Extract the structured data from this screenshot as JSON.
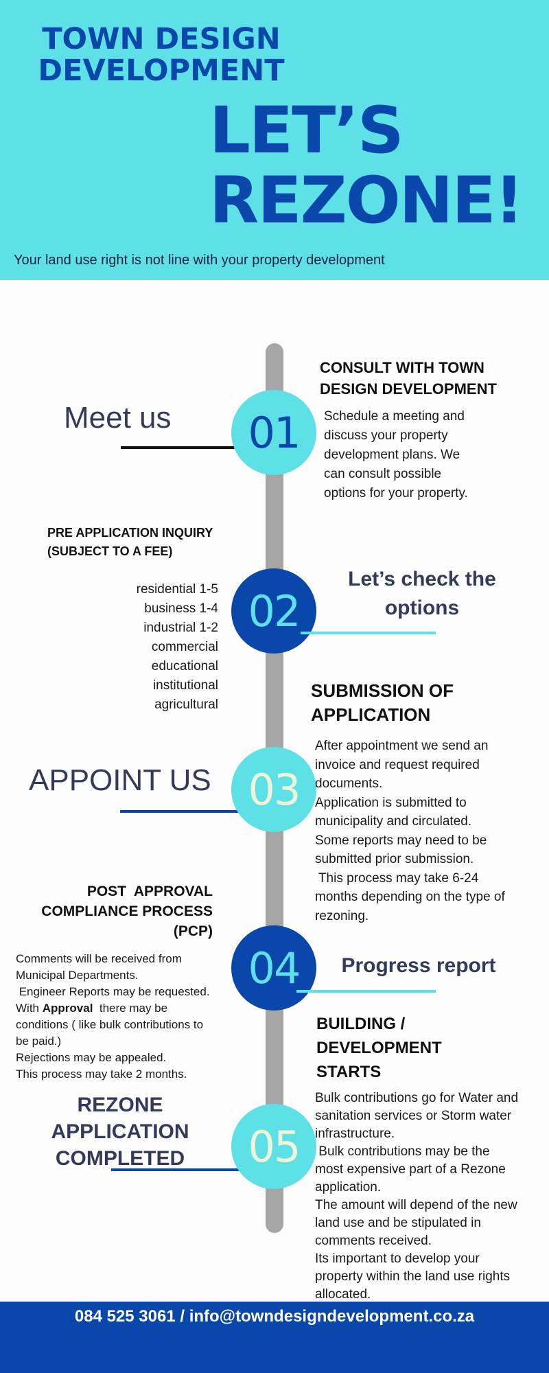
{
  "header": {
    "brand_line1": "TOWN DESIGN",
    "brand_line2": "DEVELOPMENT",
    "headline_line1": "LET’S",
    "headline_line2": "REZONE!",
    "tagline": "Your land use right is not line with your property development"
  },
  "steps": [
    {
      "number": "01",
      "side_label": "Meet us",
      "title_line1": "CONSULT WITH TOWN",
      "title_line2": "DESIGN DEVELOPMENT",
      "text": [
        "Schedule a meeting and",
        "discuss your property",
        "development plans. We",
        "can consult possible",
        "options for your property."
      ]
    },
    {
      "number": "02",
      "title_line1": "PRE APPLICATION INQUIRY",
      "title_line2": "(SUBJECT TO A FEE)",
      "zones": [
        "residential 1-5",
        "business 1-4",
        "industrial 1-2",
        "commercial",
        "educational",
        "institutional",
        "agricultural"
      ],
      "side_heading_line1": "Let’s check the",
      "side_heading_line2": "options"
    },
    {
      "number": "03",
      "side_label": "APPOINT US",
      "title_line1": "SUBMISSION OF",
      "title_line2": "APPLICATION",
      "text": [
        "After appointment we send an",
        "invoice and request required",
        "documents.",
        "Application is submitted to",
        "municipality and circulated.",
        "Some reports may need to be",
        "submitted prior submission.",
        " This process may take 6-24",
        "months depending on the type of",
        "rezoning."
      ]
    },
    {
      "number": "04",
      "title_line1": "POST  APPROVAL",
      "title_line2": "COMPLIANCE PROCESS",
      "title_line3": "(PCP)",
      "text_line1": "Comments will be received from",
      "text_line2": "Municipal Departments.",
      "text_line3": " Engineer Reports may be requested.",
      "text_line4_pre": "With ",
      "text_line4_bold": "Approval",
      "text_line4_post": "  there may be",
      "text_line5": "conditions ( like bulk contributions to",
      "text_line6": "be paid.)",
      "text_line7": "Rejections may be appealed.",
      "text_line8": "This process may take 2 months.",
      "side_heading": "Progress report"
    },
    {
      "number": "05",
      "side_heading_line1": "REZONE",
      "side_heading_line2": "APPLICATION",
      "side_heading_line3": "COMPLETED",
      "title_line1": "BUILDING /",
      "title_line2": "DEVELOPMENT",
      "title_line3": "STARTS",
      "text": [
        "Bulk contributions go for Water and",
        "sanitation services or Storm water",
        "infrastructure.",
        " Bulk contributions may be the",
        "most expensive part of a Rezone",
        "application.",
        "The amount will depend of the new",
        "land use and be stipulated in",
        "comments received.",
        "Its important to develop your",
        "property within the land use rights",
        "allocated."
      ]
    }
  ],
  "footer": {
    "contact": "084 525 3061 / info@towndesigndevelopment.co.za"
  },
  "colors": {
    "cyan": "#5de0e6",
    "blue": "#0a47aa",
    "navy_text": "#363a5a",
    "track": "#a6a6a6"
  }
}
